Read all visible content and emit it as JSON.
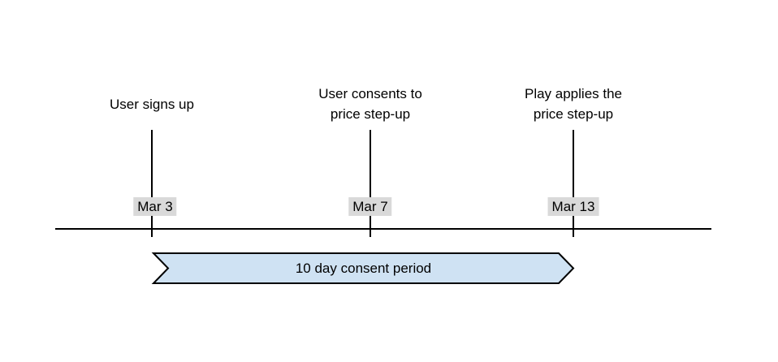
{
  "diagram": {
    "type": "timeline",
    "events": [
      {
        "title": "User signs up",
        "date": "Mar 3"
      },
      {
        "title": "User consents to\nprice step-up",
        "date": "Mar 7"
      },
      {
        "title": "Play applies the\nprice step-up",
        "date": "Mar 13"
      }
    ],
    "banner": {
      "label": "10 day consent period"
    },
    "colors": {
      "banner_fill": "#cfe2f3",
      "banner_border": "#000000",
      "date_label_bg": "#d9d9d9",
      "line": "#000000",
      "text": "#000000",
      "background": "#ffffff"
    }
  }
}
